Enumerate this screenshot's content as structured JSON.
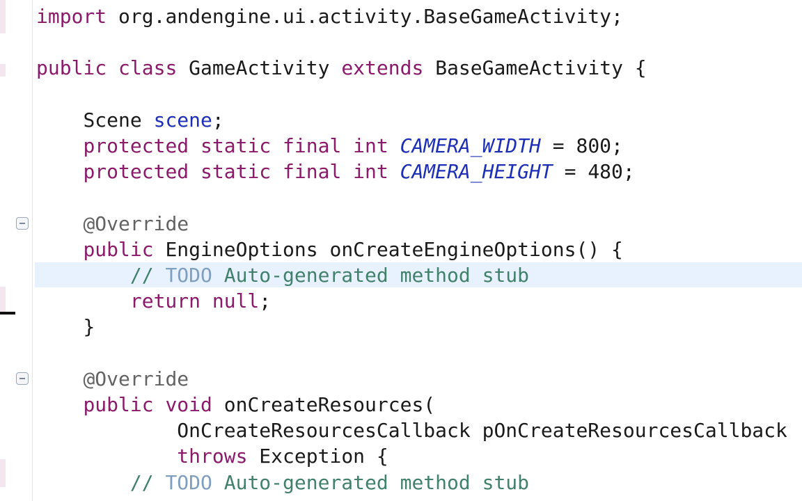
{
  "editor": {
    "lines": [
      {
        "indent": "",
        "tokens": [
          {
            "t": "import",
            "c": "kw"
          },
          {
            "t": " org.andengine.ui.activity.BaseGameActivity;",
            "c": "plain"
          }
        ]
      },
      {
        "indent": "",
        "tokens": []
      },
      {
        "indent": "",
        "tokens": [
          {
            "t": "public",
            "c": "kw"
          },
          {
            "t": " ",
            "c": "plain"
          },
          {
            "t": "class",
            "c": "kw"
          },
          {
            "t": " GameActivity ",
            "c": "plain"
          },
          {
            "t": "extends",
            "c": "kw"
          },
          {
            "t": " BaseGameActivity {",
            "c": "plain"
          }
        ]
      },
      {
        "indent": "",
        "tokens": []
      },
      {
        "indent": "    ",
        "tokens": [
          {
            "t": "Scene ",
            "c": "plain"
          },
          {
            "t": "scene",
            "c": "field"
          },
          {
            "t": ";",
            "c": "plain"
          }
        ]
      },
      {
        "indent": "    ",
        "tokens": [
          {
            "t": "protected static final int",
            "c": "kw"
          },
          {
            "t": " ",
            "c": "plain"
          },
          {
            "t": "CAMERA_WIDTH",
            "c": "const"
          },
          {
            "t": " = 800;",
            "c": "plain"
          }
        ]
      },
      {
        "indent": "    ",
        "tokens": [
          {
            "t": "protected static final int",
            "c": "kw"
          },
          {
            "t": " ",
            "c": "plain"
          },
          {
            "t": "CAMERA_HEIGHT",
            "c": "const"
          },
          {
            "t": " = 480;",
            "c": "plain"
          }
        ]
      },
      {
        "indent": "",
        "tokens": []
      },
      {
        "indent": "    ",
        "tokens": [
          {
            "t": "@Override",
            "c": "anno"
          }
        ]
      },
      {
        "indent": "    ",
        "tokens": [
          {
            "t": "public",
            "c": "kw"
          },
          {
            "t": " EngineOptions onCreateEngineOptions() {",
            "c": "plain"
          }
        ]
      },
      {
        "indent": "        ",
        "tokens": [
          {
            "t": "// ",
            "c": "comment"
          },
          {
            "t": "TODO",
            "c": "task"
          },
          {
            "t": " Auto-generated method stub",
            "c": "comment"
          }
        ]
      },
      {
        "indent": "        ",
        "tokens": [
          {
            "t": "return null",
            "c": "kw"
          },
          {
            "t": ";",
            "c": "plain"
          }
        ]
      },
      {
        "indent": "    ",
        "tokens": [
          {
            "t": "}",
            "c": "plain"
          }
        ]
      },
      {
        "indent": "",
        "tokens": []
      },
      {
        "indent": "    ",
        "tokens": [
          {
            "t": "@Override",
            "c": "anno"
          }
        ]
      },
      {
        "indent": "    ",
        "tokens": [
          {
            "t": "public void",
            "c": "kw"
          },
          {
            "t": " onCreateResources(",
            "c": "plain"
          }
        ]
      },
      {
        "indent": "            ",
        "tokens": [
          {
            "t": "OnCreateResourcesCallback pOnCreateResourcesCallback",
            "c": "plain"
          }
        ]
      },
      {
        "indent": "            ",
        "tokens": [
          {
            "t": "throws",
            "c": "kw"
          },
          {
            "t": " Exception {",
            "c": "plain"
          }
        ]
      },
      {
        "indent": "        ",
        "tokens": [
          {
            "t": "// ",
            "c": "comment"
          },
          {
            "t": "TODO",
            "c": "task"
          },
          {
            "t": " Auto-generated method stub",
            "c": "comment"
          }
        ]
      }
    ],
    "fold_icons": [
      "fold-icon",
      "fold-icon"
    ],
    "colors": {
      "keyword": "#8b1a6b",
      "field": "#1d2fb5",
      "comment": "#41806a",
      "task_tag": "#7f9fbf",
      "annotation": "#636363",
      "current_line": "#e8f2fe"
    }
  }
}
